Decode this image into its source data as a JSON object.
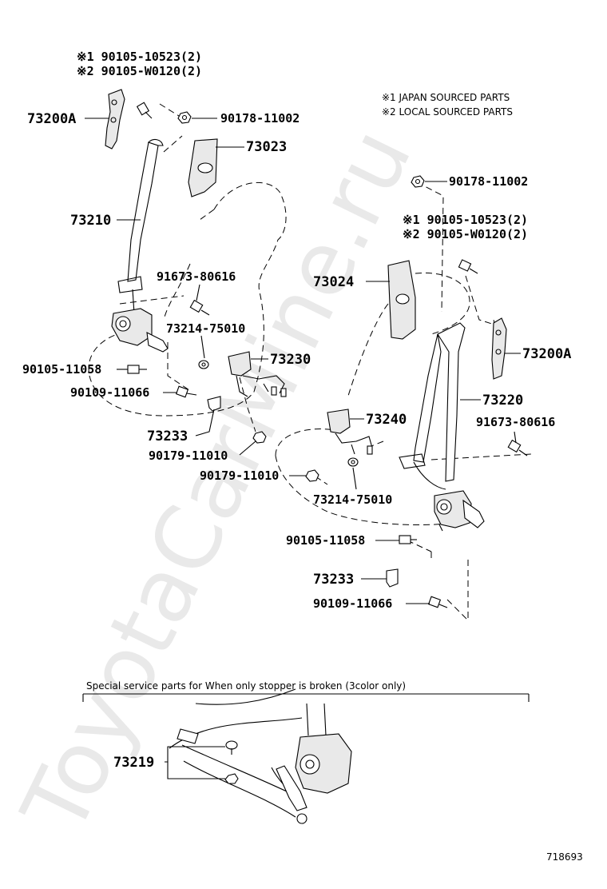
{
  "watermark": "ToyotaCarMine.ru",
  "legend": {
    "japan": "※1 JAPAN SOURCED PARTS",
    "local": "※2 LOCAL SOURCED PARTS"
  },
  "left": {
    "bolt_j": "※1 90105-10523(2)",
    "bolt_l": "※2 90105-W0120(2)",
    "anchor": "73200A",
    "nut_top": "90178-11002",
    "cover": "73023",
    "belt": "73210",
    "bolt_91673": "91673-80616",
    "washer": "73214-75010",
    "buckle": "73230",
    "bolt_90105": "90105-11058",
    "bolt_90109": "90109-11066",
    "clip": "73233",
    "nut_90179": "90179-11010"
  },
  "right": {
    "nut_top": "90178-11002",
    "bolt_j": "※1 90105-10523(2)",
    "bolt_l": "※2 90105-W0120(2)",
    "cover": "73024",
    "anchor": "73200A",
    "belt": "73220",
    "bolt_91673": "91673-80616",
    "buckle": "73240",
    "nut_90179": "90179-11010",
    "washer": "73214-75010",
    "bolt_90105": "90105-11058",
    "clip": "73233",
    "bolt_90109": "90109-11066"
  },
  "service": {
    "caption": "Special service parts for When only stopper is broken (3color only)",
    "part": "73219"
  },
  "diagram_id": "718693"
}
